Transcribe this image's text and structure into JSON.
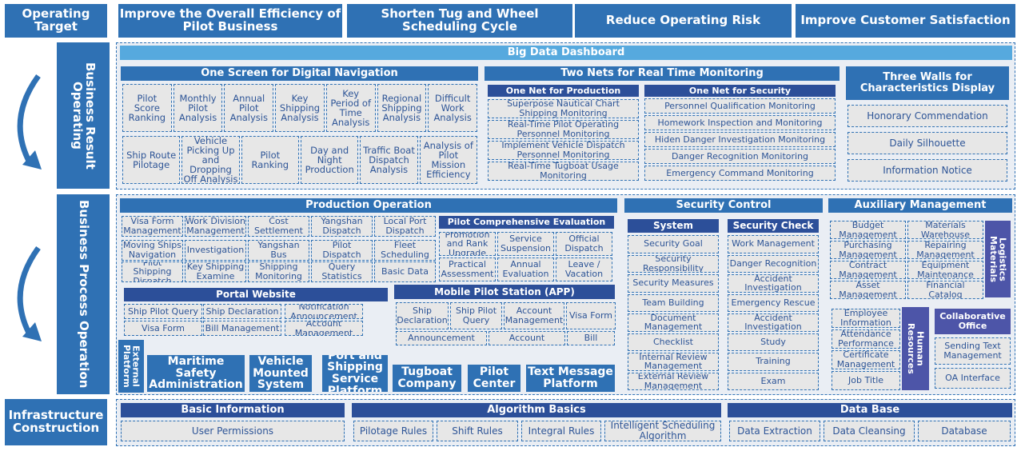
{
  "colors": {
    "primary": "#2f71b4",
    "navy": "#2c4f99",
    "purple": "#4d55a8",
    "sky": "#56a9de",
    "cell_bg": "#e7e7e7",
    "cell_text": "#2e5597"
  },
  "rows": {
    "operating_target": "Operating Target",
    "business_result": "Business Result Operating",
    "business_process": "Business Process Operation",
    "infrastructure": "Infrastructure Construction"
  },
  "targets": [
    "Improve the Overall Efficiency of Pilot Business",
    "Shorten Tug and Wheel Scheduling Cycle",
    "Reduce Operating Risk",
    "Improve Customer Satisfaction"
  ],
  "big_data_dashboard": "Big Data Dashboard",
  "one_screen": {
    "title": "One Screen for Digital Navigation",
    "row1": [
      "Pilot Score Ranking",
      "Monthly Pilot Analysis",
      "Annual Pilot Analysis",
      "Key Shipping Analysis",
      "Key Period of Time Analysis",
      "Regional Shipping Analysis",
      "Difficult Work Analysis"
    ],
    "row2": [
      "Ship Route Pilotage",
      "Vehicle Picking Up and Dropping Off Analysis",
      "Pilot Ranking",
      "Day and Night Production",
      "Traffic Boat Dispatch Analysis",
      "Analysis of Pilot Mission Efficiency"
    ]
  },
  "two_nets": {
    "title": "Two Nets for Real Time Monitoring",
    "production": {
      "title": "One Net for Production",
      "items": [
        "Superpose Nautical Chart Shipping Monitoring",
        "Real-Time Pilot Operating Personnel Monitoring",
        "Implement Vehicle Dispatch Personnel Monitoring",
        "Real-Time Tugboat Usage Monitoring"
      ]
    },
    "security": {
      "title": "One Net for Security",
      "items": [
        "Personnel Qualification Monitoring",
        "Homework Inspection and Monitoring",
        "Hiden Danger Investigation Monitoring",
        "Danger Recognition Monitoring",
        "Emergency Command Monitoring"
      ]
    }
  },
  "three_walls": {
    "title": "Three Walls for Characteristics Display",
    "items": [
      "Honorary Commendation",
      "Daily Silhouette",
      "Information Notice"
    ]
  },
  "production_operation": {
    "title": "Production Operation",
    "grid": [
      [
        "Visa Form Management",
        "Work Division Management",
        "Cost Settlement",
        "Yangshan Dispatch",
        "Local Port Dispatch"
      ],
      [
        "Moving Ships Navigation",
        "Investigation",
        "Yangshan Bus",
        "Pilot Dispatch",
        "Fleet Scheduling"
      ],
      [
        "Pilot Shipping Dispatch",
        "Key Shipping Examine",
        "Shipping Monitoring",
        "Query Statistics",
        "Basic Data"
      ]
    ],
    "pilot_eval": {
      "title": "Pilot Comprehensive Evaluation",
      "items": [
        "Promotion and Rank Upgrade",
        "Service Suspension",
        "Official Dispatch",
        "Practical Assessment",
        "Annual Evaluation",
        "Leave / Vacation"
      ]
    }
  },
  "portal": {
    "title": "Portal Website",
    "items": [
      "Ship Pilot Query",
      "Ship Declaration",
      "Notification Announcement",
      "Visa Form",
      "Bill Management",
      "Account Management"
    ]
  },
  "mobile": {
    "title": "Mobile Pilot Station (APP)",
    "items": [
      "Ship Declaration",
      "Ship Pilot Query",
      "Account Management",
      "Visa Form",
      "Announcement",
      "Account",
      "Bill"
    ]
  },
  "external": {
    "title": "External Platform",
    "items": [
      "Maritime Safety Administration",
      "Vehicle Mounted System",
      "Port and Shipping Service Platform",
      "Tugboat Company",
      "Pilot Center",
      "Text Message Platform"
    ]
  },
  "security_control": {
    "title": "Security Control",
    "system": {
      "title": "System",
      "items": [
        "Security Goal",
        "Security Responsibility",
        "Security Measures",
        "Team Building",
        "Document Management",
        "Checklist",
        "Internal Review Management",
        "External Review Management"
      ]
    },
    "check": {
      "title": "Security Check",
      "items": [
        "Work Management",
        "Danger Recognition",
        "Accident Investigation",
        "Emergency Rescue",
        "Accident Investigation",
        "Study",
        "Training",
        "Exam"
      ]
    }
  },
  "auxiliary": {
    "title": "Auxiliary Management",
    "logistics": {
      "title": "Logistics Materials",
      "items": [
        "Budget Management",
        "Materials Warehouse",
        "Purchasing Management",
        "Repairing Management",
        "Contract Management",
        "Equipment Maintenance",
        "Asset Management",
        "Financial Catalog"
      ]
    },
    "hr": {
      "title": "Human Resources",
      "items": [
        "Employee Information",
        "Attendance Performance",
        "Certificate Management",
        "Job Title"
      ]
    },
    "office": {
      "title": "Collaborative Office",
      "items": [
        "Sending Text Management",
        "OA Interface"
      ]
    }
  },
  "infra": {
    "basic": {
      "title": "Basic Information",
      "items": [
        "User Permissions"
      ]
    },
    "algo": {
      "title": "Algorithm Basics",
      "items": [
        "Pilotage Rules",
        "Shift Rules",
        "Integral Rules",
        "Intelligent Scheduling Algorithm"
      ]
    },
    "db": {
      "title": "Data Base",
      "items": [
        "Data Extraction",
        "Data Cleansing",
        "Database"
      ]
    }
  }
}
